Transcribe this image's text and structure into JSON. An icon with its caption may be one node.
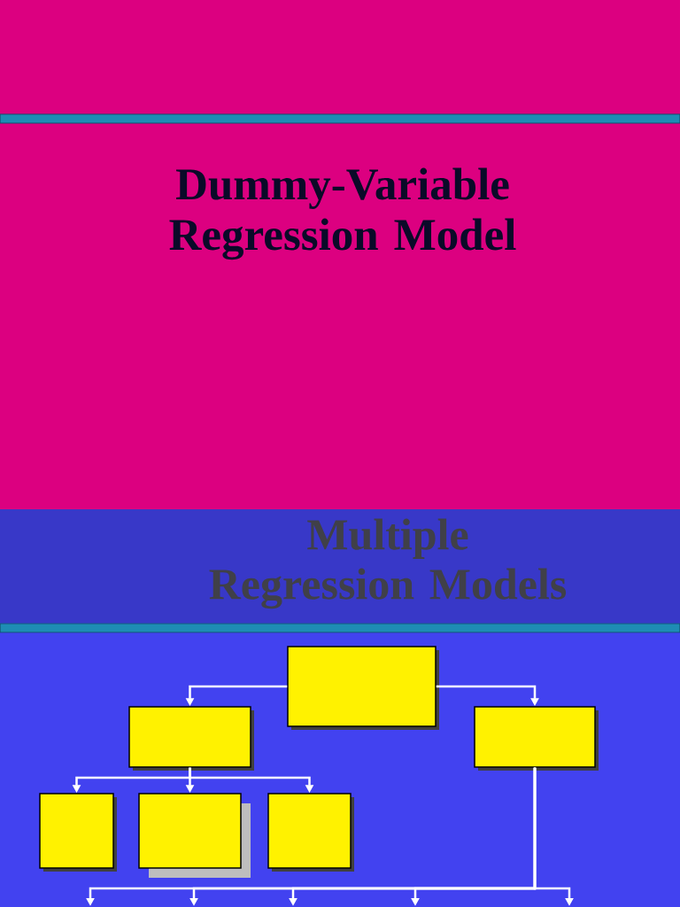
{
  "diagram": {
    "title": "Dummy-Variable Regression Model",
    "nodes": [
      {
        "text": [],
        "shape": "box"
      },
      {
        "text": [],
        "shape": "box"
      },
      {
        "text": [],
        "shape": "box"
      },
      {
        "text": [],
        "shape": "box"
      },
      {
        "text": [],
        "shape": "box"
      },
      {
        "text": [],
        "shape": "box"
      }
    ],
    "edges": [
      {
        "from": 0,
        "to": 1,
        "arrow": "to"
      },
      {
        "from": 0,
        "to": 2,
        "arrow": "to"
      },
      {
        "from": 1,
        "to": 3,
        "arrow": "to"
      },
      {
        "from": 1,
        "to": 4,
        "arrow": "to"
      },
      {
        "from": 1,
        "to": 5,
        "arrow": "to"
      },
      {
        "from": 2,
        "to": null,
        "arrow": "to"
      },
      {
        "from": 2,
        "to": null,
        "arrow": "to"
      },
      {
        "from": 2,
        "to": null,
        "arrow": "to"
      },
      {
        "from": 2,
        "to": null,
        "arrow": "to"
      },
      {
        "from": 2,
        "to": null,
        "arrow": "to"
      }
    ],
    "labels": [
      "Multiple Regression Models"
    ]
  }
}
